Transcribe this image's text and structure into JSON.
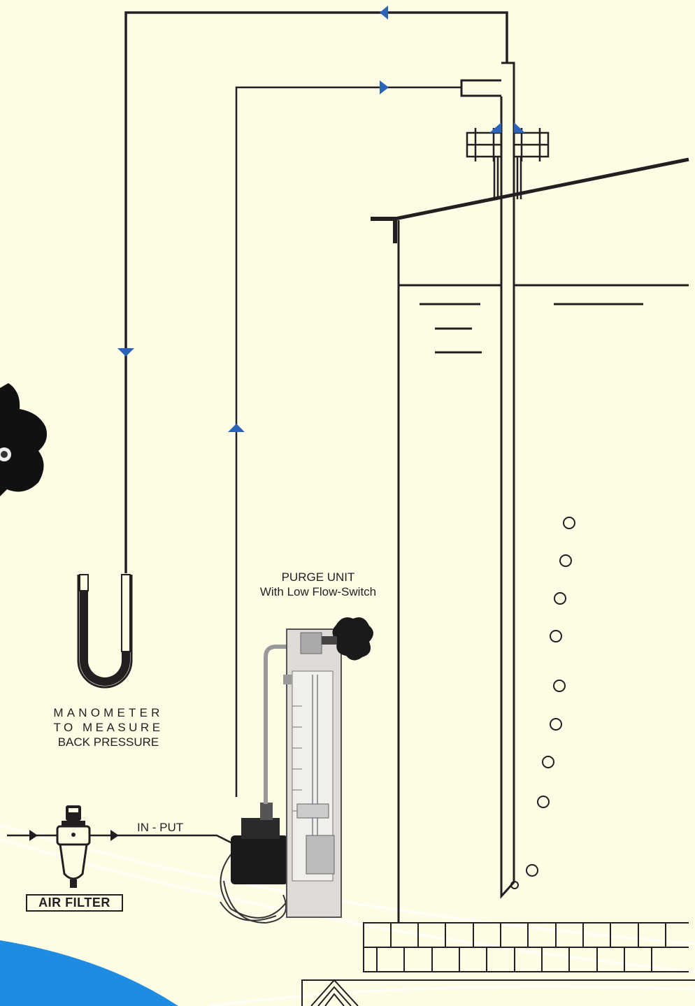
{
  "labels": {
    "purge_unit_title": "PURGE UNIT",
    "purge_unit_subtitle": "With Low Flow-Switch",
    "manometer_line1": "MANOMETER",
    "manometer_line2": "TO MEASURE",
    "manometer_line3": "BACK PRESSURE",
    "input": "IN - PUT",
    "air_filter": "AIR FILTER"
  },
  "colors": {
    "background": "#fffce6",
    "line": "#231f20",
    "arrow": "#2b63b8",
    "accent_wave": "#1e8ce0"
  }
}
